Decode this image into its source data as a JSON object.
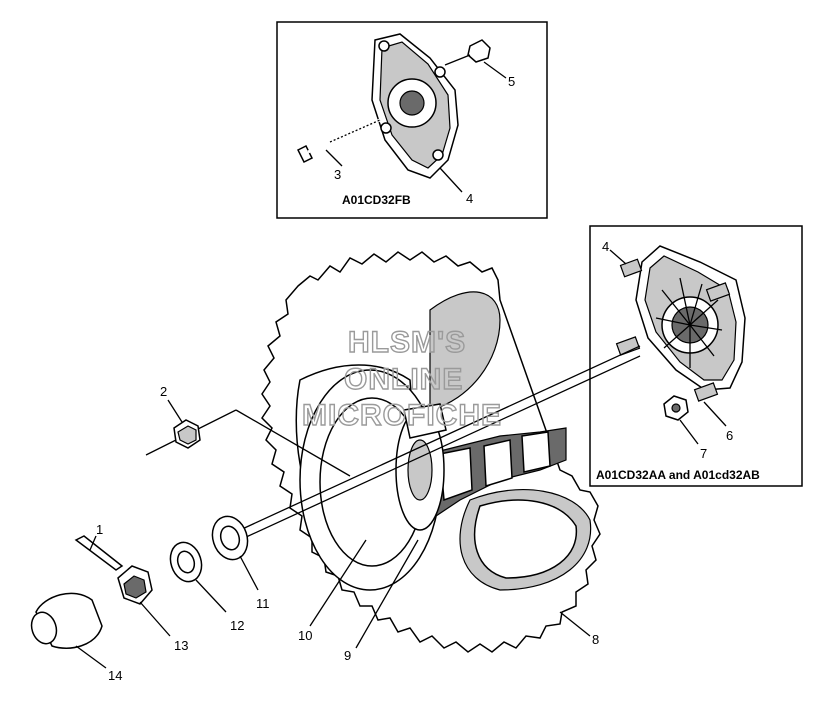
{
  "insets": {
    "top": {
      "caption": "A01CD32FB",
      "callouts": [
        "3",
        "4",
        "5"
      ]
    },
    "right": {
      "caption": "A01CD32AA and A01cd32AB",
      "callouts": [
        "4",
        "6",
        "7"
      ]
    }
  },
  "watermark": [
    "HLSM'S",
    "ONLINE",
    "MICROFICHE"
  ],
  "callouts": {
    "c1": "1",
    "c2": "2",
    "c8": "8",
    "c9": "9",
    "c10": "10",
    "c11": "11",
    "c12": "12",
    "c13": "13",
    "c14": "14"
  }
}
